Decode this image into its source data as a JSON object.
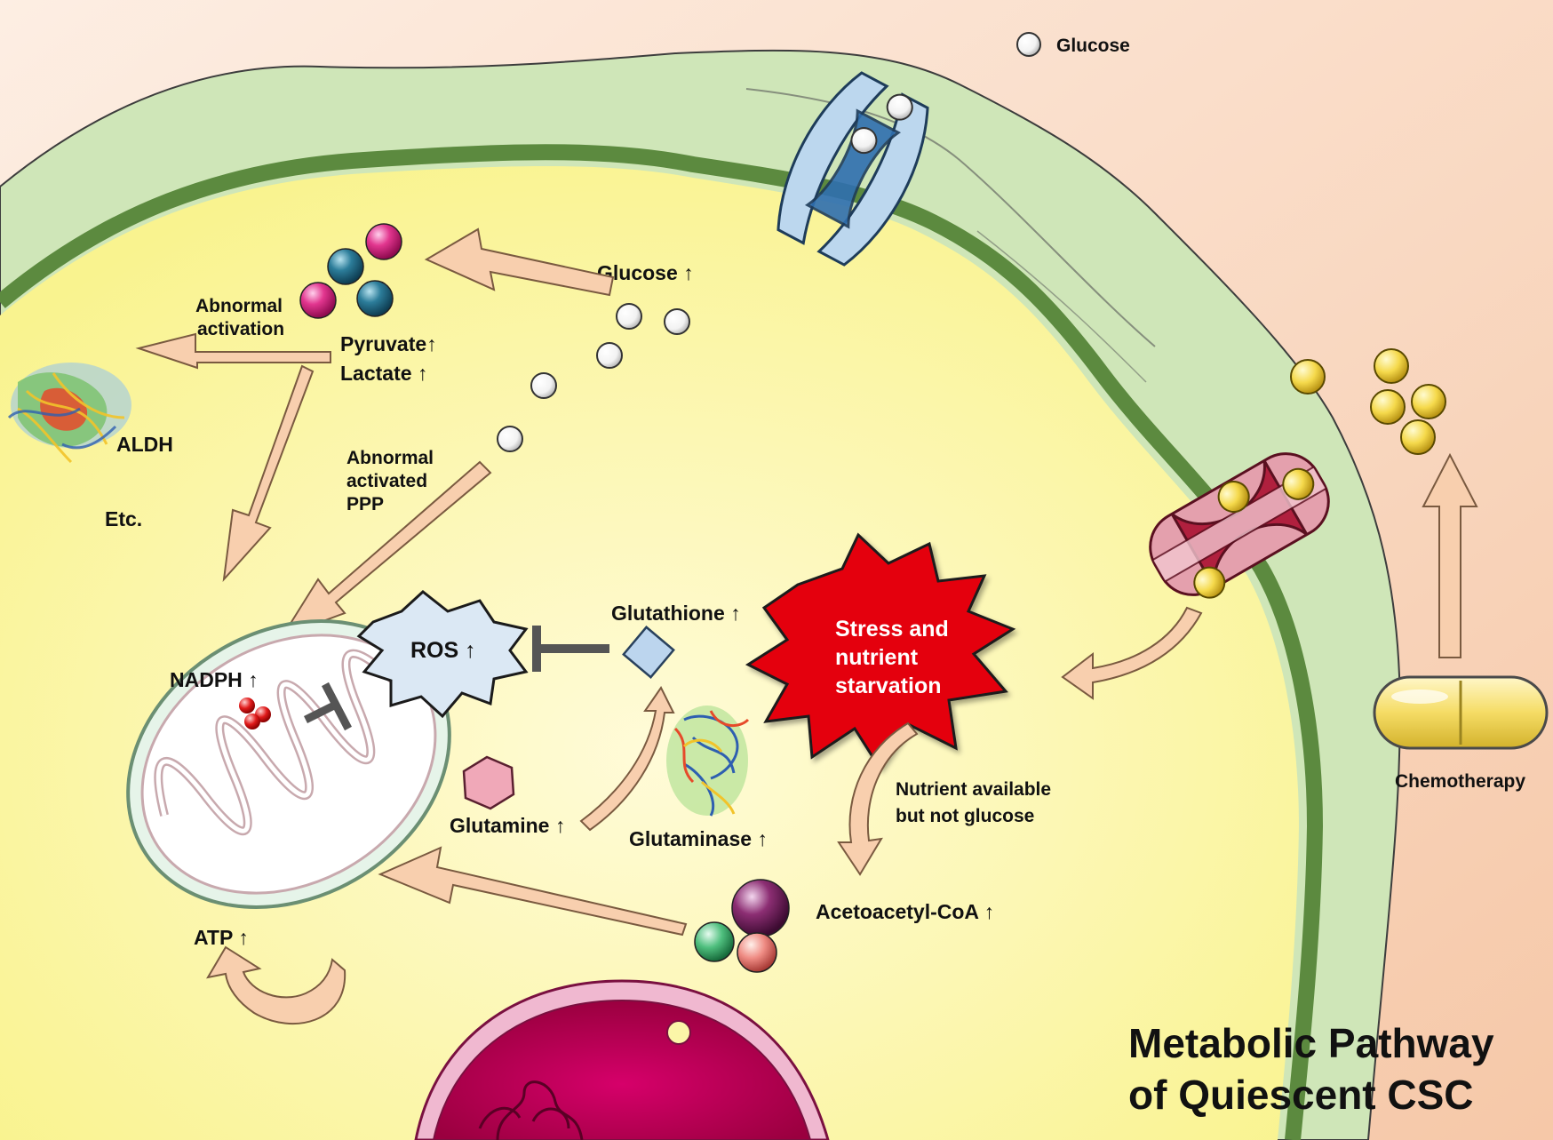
{
  "title": {
    "line1": "Metabolic Pathway",
    "line2": "of Quiescent CSC"
  },
  "labels": {
    "glucose_legend": "Glucose",
    "glucose_up": "Glucose ↑",
    "abnormal_activation_1": "Abnormal",
    "abnormal_activation_2": "activation",
    "pyruvate": "Pyruvate↑",
    "lactate": "Lactate ↑",
    "aldh": "ALDH",
    "etc": "Etc.",
    "ppp_1": "Abnormal",
    "ppp_2": "activated",
    "ppp_3": "PPP",
    "nadph": "NADPH ↑",
    "ros": "ROS ↑",
    "glutathione": "Glutathione ↑",
    "stress_1": "Stress and",
    "stress_2": "nutrient",
    "stress_3": "starvation",
    "glutamine": "Glutamine ↑",
    "glutaminase": "Glutaminase ↑",
    "nutrient_1": "Nutrient available",
    "nutrient_2": "but not glucose",
    "acetoacetyl": "Acetoacetyl-CoA ↑",
    "atp": "ATP ↑",
    "chemotherapy": "Chemotherapy"
  },
  "colors": {
    "background": "#fbe3d2",
    "membrane_outer": "#cfe6b8",
    "membrane_line": "#5c8a3f",
    "cytoplasm": "#fbf6a8",
    "arrow_fill": "#f8cfae",
    "stress_burst": "#e4000f",
    "ros_burst": "#dbe8f4",
    "nucleus": "#c8005a"
  },
  "icons": [
    "glucose-molecule-icon",
    "glucose-transporter-icon",
    "drug-efflux-pump-icon",
    "chemotherapy-capsule-icon",
    "aldh-protein-icon",
    "glutaminase-protein-icon",
    "mitochondrion-icon",
    "nucleus-icon"
  ]
}
